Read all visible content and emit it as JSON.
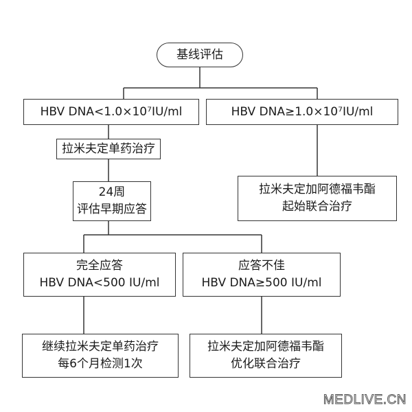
{
  "nodes": {
    "start": {
      "line1": "基线评估"
    },
    "low_dna": {
      "line1": "HBV DNA<1.0×10⁷IU/ml"
    },
    "high_dna": {
      "line1": "HBV DNA≥1.0×10⁷IU/ml"
    },
    "mono": {
      "line1": "拉米夫定单药治疗"
    },
    "week24": {
      "line1": "24周",
      "line2": "评估早期应答"
    },
    "combo_start": {
      "line1": "拉米夫定加阿德福韦酯",
      "line2": "起始联合治疗"
    },
    "complete": {
      "line1": "完全应答",
      "line2": "HBV DNA<500 IU/ml"
    },
    "poor": {
      "line1": "应答不佳",
      "line2": "HBV DNA≥500 IU/ml"
    },
    "continue": {
      "line1": "继续拉米夫定单药治疗",
      "line2": "每6个月检测1次"
    },
    "combo_opt": {
      "line1": "拉米夫定加阿德福韦酯",
      "line2": "优化联合治疗"
    }
  },
  "watermark": "MEDLIVE.CN"
}
